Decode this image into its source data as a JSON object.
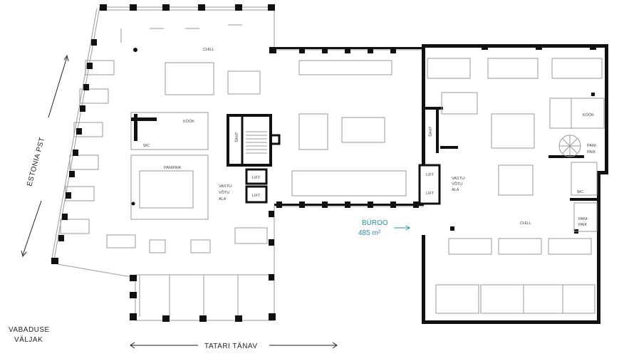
{
  "streets": {
    "left": "ESTONIA PST",
    "bottom": "TATARI TÄNAV",
    "corner_line1": "VABADUSE",
    "corner_line2": "VÄLJAK"
  },
  "rooms": {
    "chill_left": "CHILL",
    "kook_left": "KÖÖK",
    "wc_left": "WC",
    "panipaik_left": "PANIPAIK",
    "vastuvotu_left": [
      "VASTU-",
      "VÕTU",
      "ALA"
    ],
    "lift_left_1": "LIFT",
    "lift_left_2": "LIFT",
    "saht_left": "ŠAHT",
    "saht_right": "ŠAHT",
    "lift_right_1": "LIFT",
    "lift_right_2": "LIFT",
    "vastuvotu_right": [
      "VASTU-",
      "VÕTU",
      "ALA"
    ],
    "kook_right": "KÖÖK",
    "panipaik_right_1": [
      "PANI-",
      "PAIK"
    ],
    "panipaik_right_2": [
      "PANI-",
      "PAIK"
    ],
    "wc_right": "WC",
    "chill_right": "CHILL"
  },
  "office": {
    "name": "BÜROO",
    "area": "485 m²"
  },
  "colors": {
    "wall": "#111111",
    "thin_line": "#9a9a9a",
    "accent": "#2a8fa0"
  }
}
